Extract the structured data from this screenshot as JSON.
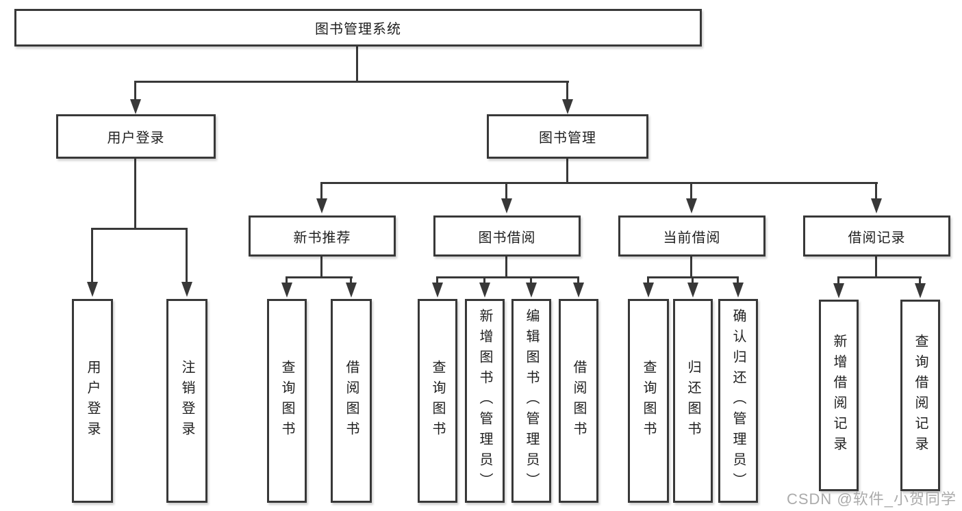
{
  "diagram": {
    "root": "图书管理系统",
    "branches": {
      "user_login": {
        "label": "用户登录",
        "children": [
          "用户登录",
          "注销登录"
        ]
      },
      "book_mgmt": {
        "label": "图书管理",
        "modules": {
          "new_books": {
            "label": "新书推荐",
            "children": [
              "查询图书",
              "借阅图书"
            ]
          },
          "book_borrow": {
            "label": "图书借阅",
            "children": [
              "查询图书",
              "新增图书（管理员）",
              "编辑图书（管理员）",
              "借阅图书"
            ]
          },
          "current_borrow": {
            "label": "当前借阅",
            "children": [
              "查询图书",
              "归还图书",
              "确认归还（管理员）"
            ]
          },
          "borrow_records": {
            "label": "借阅记录",
            "children": [
              "新增借阅记录",
              "查询借阅记录"
            ]
          }
        }
      }
    }
  },
  "watermark": "CSDN @软件_小贺同学",
  "colors": {
    "line": "#383838",
    "text": "#1f1f1f",
    "box_bg": "#ffffff",
    "watermark": "#a2a2a2"
  }
}
